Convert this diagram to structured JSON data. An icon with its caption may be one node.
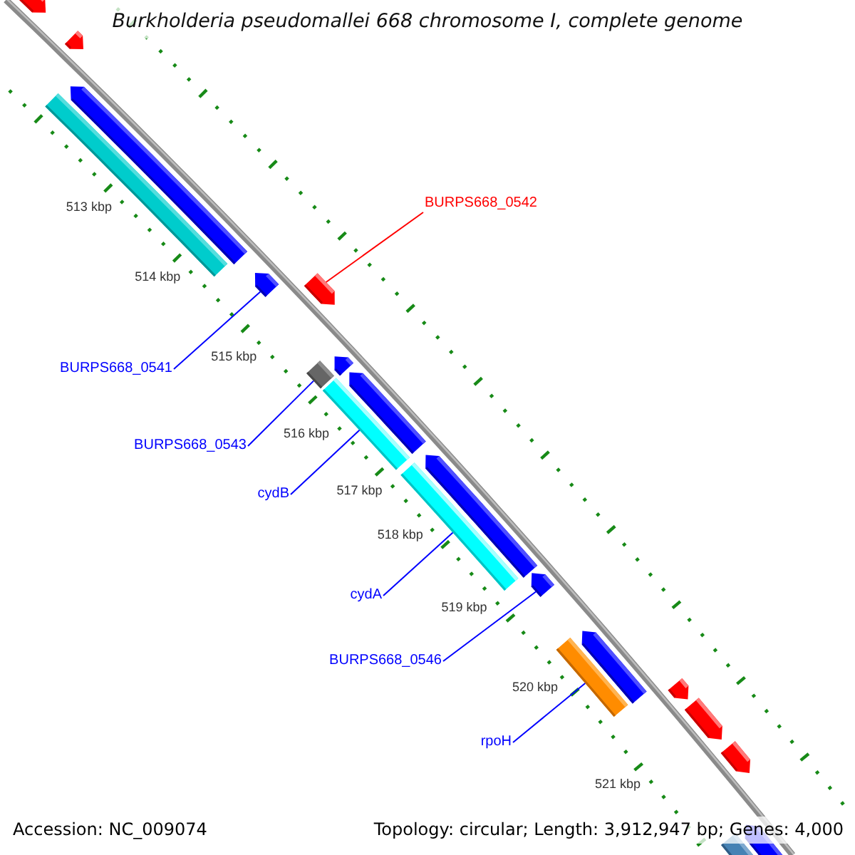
{
  "diagram": {
    "title": "Burkholderia pseudomallei 668 chromosome I, complete genome",
    "nodes": [
      {
        "text": [],
        "shape": "arrow"
      },
      {
        "text": [],
        "shape": "arrow"
      },
      {
        "text": [],
        "shape": "arrow"
      },
      {
        "text": [],
        "shape": "bar"
      },
      {
        "text": [
          "BURPS668_0542"
        ]
      },
      {
        "text": [],
        "shape": "arrow"
      },
      {
        "text": [],
        "shape": "arrow"
      },
      {
        "text": [],
        "shape": "arrow"
      },
      {
        "text": [
          "BURPS668_0541"
        ]
      },
      {
        "text": [],
        "shape": "box"
      },
      {
        "text": [],
        "shape": "arrow"
      },
      {
        "text": [],
        "shape": "bar"
      },
      {
        "text": [
          "BURPS668_0543"
        ]
      },
      {
        "text": [],
        "shape": "arrow"
      },
      {
        "text": [],
        "shape": "bar"
      },
      {
        "text": [
          "cydB"
        ]
      },
      {
        "text": [],
        "shape": "arrow"
      },
      {
        "text": [
          "cydA"
        ]
      },
      {
        "text": [],
        "shape": "arrow"
      },
      {
        "text": [],
        "shape": "bar"
      },
      {
        "text": [
          "BURPS668_0546"
        ]
      },
      {
        "text": [],
        "shape": "arrow"
      },
      {
        "text": [],
        "shape": "arrow"
      },
      {
        "text": [
          "rpoH"
        ]
      },
      {
        "text": [],
        "shape": "arrow"
      },
      {
        "text": [],
        "shape": "arrow"
      },
      {
        "text": [],
        "shape": "bar"
      }
    ],
    "edges": [
      {
        "from": 4,
        "to": 6,
        "arrow": "none",
        "color": "#ff0000"
      },
      {
        "from": 8,
        "to": 5,
        "arrow": "none"
      },
      {
        "from": 12,
        "to": 9,
        "arrow": "none"
      },
      {
        "from": 15,
        "to": 11,
        "arrow": "none"
      },
      {
        "from": 17,
        "to": 14,
        "arrow": "none"
      },
      {
        "from": 20,
        "to": 16,
        "arrow": "none"
      },
      {
        "from": 23,
        "to": 19,
        "arrow": "none"
      }
    ],
    "labels": [
      "513 kbp",
      "514 kbp",
      "515 kbp",
      "516 kbp",
      "517 kbp",
      "518 kbp",
      "519 kbp",
      "520 kbp",
      "521 kbp",
      "Accession: NC_009074",
      "Topology: circular; Length: 3,912,947 bp; Genes: 4,000"
    ]
  }
}
